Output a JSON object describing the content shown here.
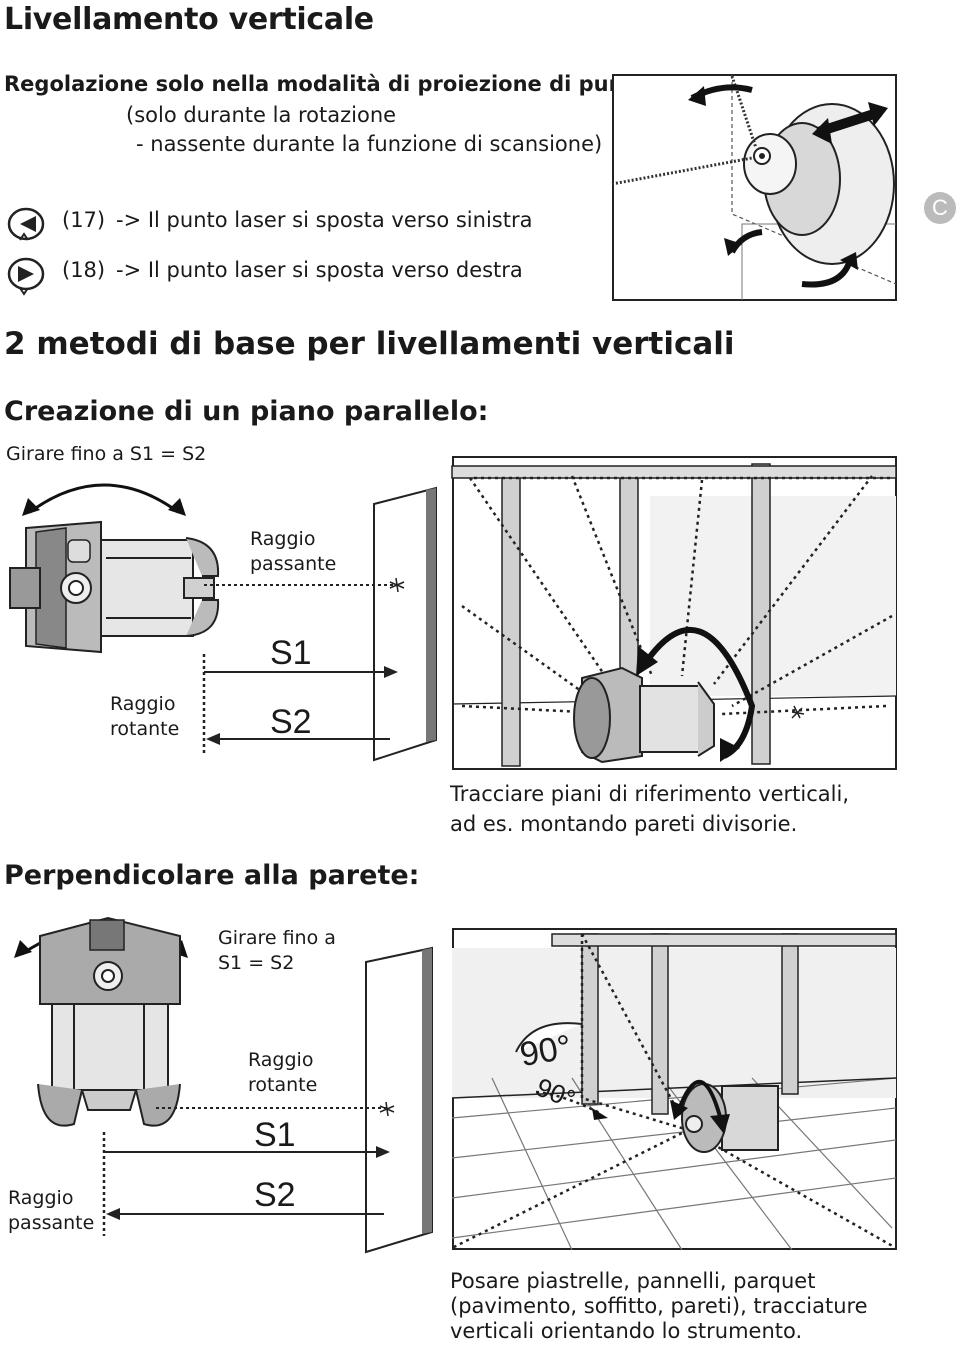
{
  "header": {
    "title": "Livellamento verticale",
    "subtitle": "Regolazione solo nella modalità di proiezione di punti:",
    "note_line1": "(solo durante la rotazione",
    "note_line2": "- nassente durante la funzione di scansione)"
  },
  "keys": [
    {
      "code": "(17)",
      "text": "-> Il punto laser si sposta verso sinistra",
      "icon": "left-arrow-key-icon"
    },
    {
      "code": "(18)",
      "text": "-> Il punto laser si sposta verso destra",
      "icon": "right-arrow-key-icon"
    }
  ],
  "figure_badge": "C",
  "section_title": "2 metodi di base per livellamenti verticali",
  "method1": {
    "title": "Creazione di un piano parallelo:",
    "instruction": "Girare fino a S1 = S2",
    "beam_top_1": "Raggio",
    "beam_top_2": "passante",
    "beam_bottom_1": "Raggio",
    "beam_bottom_2": "rotante",
    "s1": "S1",
    "s2": "S2",
    "caption_1": "Tracciare piani di riferimento verticali,",
    "caption_2": "ad es. montando pareti divisorie."
  },
  "method2": {
    "title": "Perpendicolare alla parete:",
    "instruction_1": "Girare fino a",
    "instruction_2": "S1 = S2",
    "beam_top_1": "Raggio",
    "beam_top_2": "rotante",
    "beam_bottom_1": "Raggio",
    "beam_bottom_2": "passante",
    "s1": "S1",
    "s2": "S2",
    "angle_1": "90°",
    "angle_2": "90°",
    "caption_1": "Posare piastrelle, pannelli, parquet",
    "caption_2": "(pavimento, soffitto, pareti), tracciature",
    "caption_3": "verticali orientando lo strumento."
  }
}
